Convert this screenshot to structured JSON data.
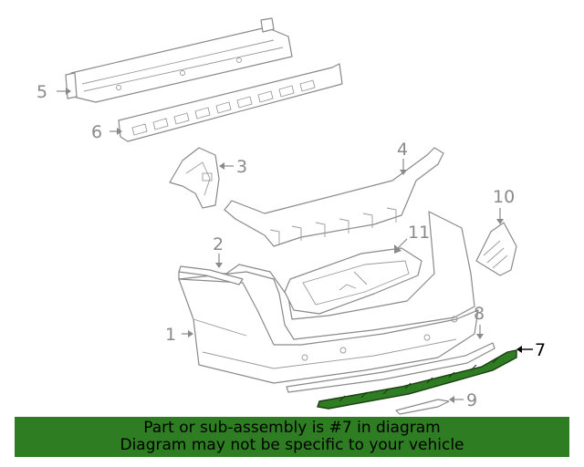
{
  "diagram": {
    "callouts": {
      "c1": "1",
      "c2": "2",
      "c3": "3",
      "c4": "4",
      "c5": "5",
      "c6": "6",
      "c7": "7",
      "c8": "8",
      "c9": "9",
      "c10": "10",
      "c11": "11"
    },
    "highlighted_part": "7",
    "colors": {
      "highlight": "#2e7d22",
      "linework": "#8a8a8a"
    }
  },
  "banner": {
    "line1": "Part or sub-assembly is #7 in diagram",
    "line2": "Diagram may not be specific to your vehicle"
  }
}
